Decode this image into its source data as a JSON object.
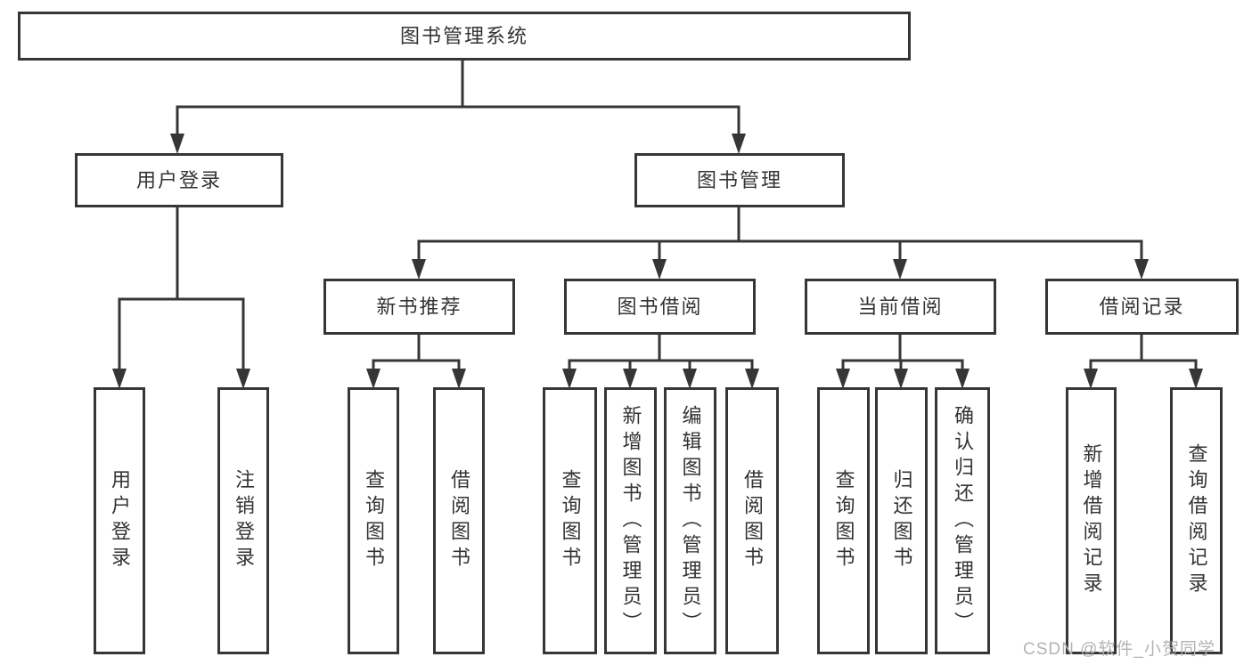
{
  "diagram_type": "hierarchy-tree",
  "tree": {
    "label": "图书管理系统",
    "children": [
      {
        "label": "用户登录",
        "children": [
          {
            "label": "用户登录"
          },
          {
            "label": "注销登录"
          }
        ]
      },
      {
        "label": "图书管理",
        "children": [
          {
            "label": "新书推荐",
            "children": [
              {
                "label": "查询图书"
              },
              {
                "label": "借阅图书"
              }
            ]
          },
          {
            "label": "图书借阅",
            "children": [
              {
                "label": "查询图书"
              },
              {
                "label": "新增图书（管理员）"
              },
              {
                "label": "编辑图书（管理员）"
              },
              {
                "label": "借阅图书"
              }
            ]
          },
          {
            "label": "当前借阅",
            "children": [
              {
                "label": "查询图书"
              },
              {
                "label": "归还图书"
              },
              {
                "label": "确认归还（管理员）"
              }
            ]
          },
          {
            "label": "借阅记录",
            "children": [
              {
                "label": "新增借阅记录"
              },
              {
                "label": "查询借阅记录"
              }
            ]
          }
        ]
      }
    ]
  },
  "watermark": {
    "text": "CSDN @软件_小贺同学"
  },
  "colors": {
    "line": "#363636",
    "box_border": "#363636",
    "text": "#333333",
    "background": "#ffffff",
    "watermark": "#b3b3b3"
  }
}
